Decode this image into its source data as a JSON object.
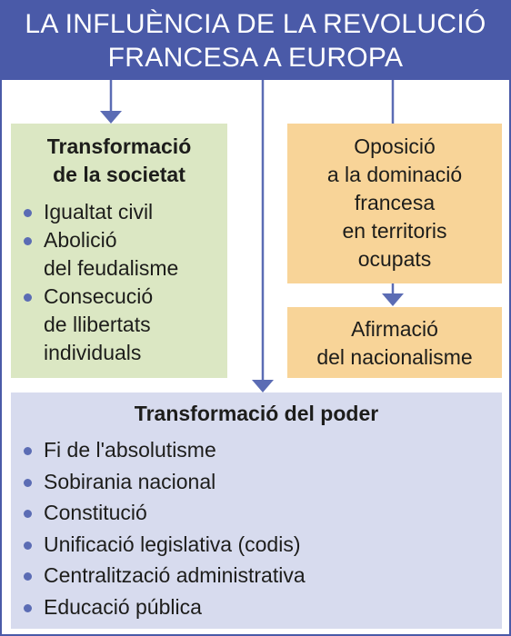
{
  "title": {
    "line1": "LA INFLUÈNCIA DE LA REVOLUCIÓ",
    "line2": "FRANCESA A EUROPA"
  },
  "society": {
    "heading_line1": "Transformació",
    "heading_line2": "de la societat",
    "items": [
      {
        "line1": "Igualtat civil"
      },
      {
        "line1": "Abolició",
        "line2": "del feudalisme"
      },
      {
        "line1": "Consecució",
        "line2": "de llibertats",
        "line3": "individuals"
      }
    ]
  },
  "opposition": {
    "line1": "Oposició",
    "line2": "a la dominació",
    "line3": "francesa",
    "line4": "en territoris",
    "line5": "ocupats"
  },
  "nationalism": {
    "line1": "Afirmació",
    "line2": "del nacionalisme"
  },
  "power": {
    "heading": "Transformació del poder",
    "items": [
      "Fi de l'absolutisme",
      "Sobirania nacional",
      "Constitució",
      "Unificació legislativa (codis)",
      "Centralització administrativa",
      "Educació pública"
    ]
  },
  "colors": {
    "title_bar": "#4a5aa8",
    "society_box": "#dbe7c3",
    "opposition_box": "#f8d498",
    "power_box": "#d7dbee",
    "bullet": "#5b6cb4"
  }
}
